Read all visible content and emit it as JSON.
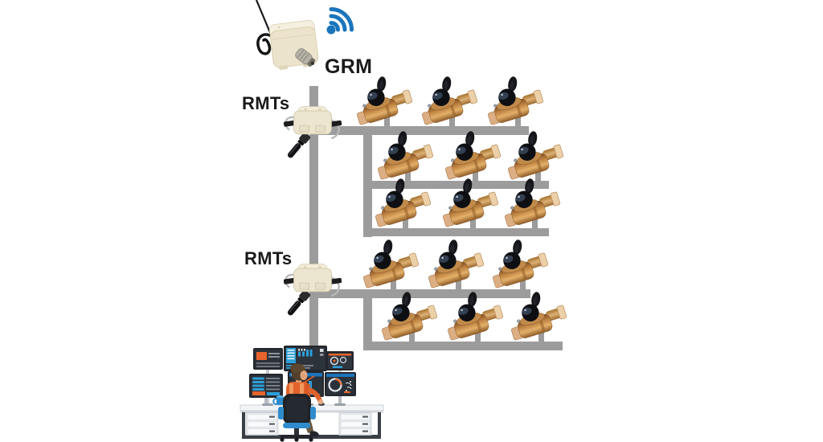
{
  "diagram": {
    "gateway": {
      "label": "GRM",
      "icon": "wifi-signal-icon"
    },
    "rmt_units": [
      {
        "label": "RMTs"
      },
      {
        "label": "RMTs"
      }
    ],
    "meter_rows": [
      {
        "group": 1,
        "meter_count": 3
      },
      {
        "group": 1,
        "meter_count": 3
      },
      {
        "group": 1,
        "meter_count": 3
      },
      {
        "group": 2,
        "meter_count": 3
      },
      {
        "group": 2,
        "meter_count": 3
      }
    ],
    "control_station": {
      "monitor_count": 6,
      "operator_count": 1
    },
    "colors": {
      "wifi_blue": "#1b75bc",
      "pipe_gray": "#9c9c9c",
      "device_beige": "#ebe3cb",
      "meter_brass": "#c08a4a",
      "meter_dial_black": "#0e0f12",
      "accent_orange": "#e8642c",
      "accent_blue": "#2d9fd8",
      "label_text": "#1a1a1a",
      "background": "#ffffff"
    }
  }
}
